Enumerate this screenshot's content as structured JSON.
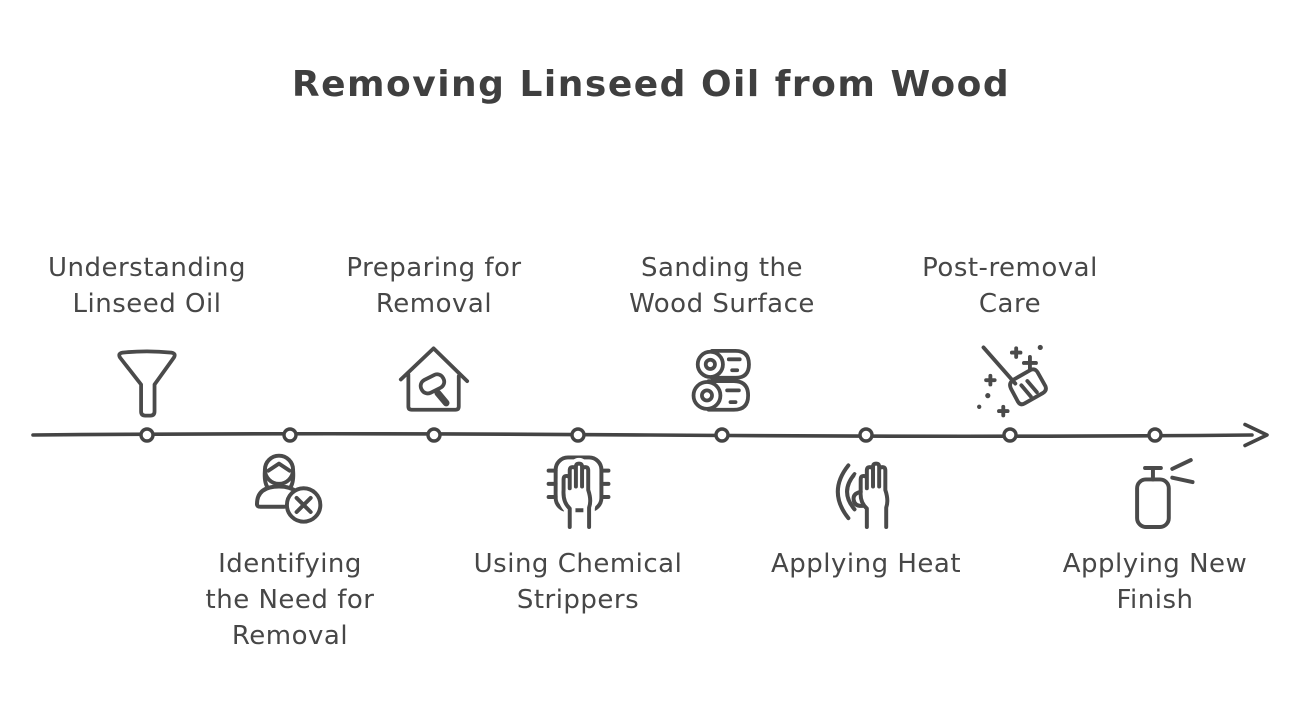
{
  "title": "Removing Linseed Oil from Wood",
  "colors": {
    "ink": "#474747",
    "title_ink": "#3f3f3f",
    "background": "#ffffff",
    "node_fill": "#ffffff"
  },
  "timeline": {
    "direction": "left-to-right",
    "node_count": 8,
    "arrow_at_end": true
  },
  "steps": [
    {
      "id": 1,
      "position": "above",
      "icon": "funnel-icon",
      "label": "Understanding Linseed Oil",
      "lines": [
        "Understanding",
        "Linseed Oil"
      ]
    },
    {
      "id": 2,
      "position": "below",
      "icon": "user-x-icon",
      "label": "Identifying the Need for Removal",
      "lines": [
        "Identifying",
        "the Need for",
        "Removal"
      ]
    },
    {
      "id": 3,
      "position": "above",
      "icon": "house-hammer-icon",
      "label": "Preparing for Removal",
      "lines": [
        "Preparing for",
        "Removal"
      ]
    },
    {
      "id": 4,
      "position": "below",
      "icon": "hand-scrub-pad-icon",
      "label": "Using Chemical Strippers",
      "lines": [
        "Using Chemical",
        "Strippers"
      ]
    },
    {
      "id": 5,
      "position": "above",
      "icon": "wood-logs-icon",
      "label": "Sanding the Wood Surface",
      "lines": [
        "Sanding the",
        "Wood Surface"
      ]
    },
    {
      "id": 6,
      "position": "below",
      "icon": "hand-heat-icon",
      "label": "Applying Heat",
      "lines": [
        "Applying Heat"
      ]
    },
    {
      "id": 7,
      "position": "above",
      "icon": "broom-sparkles-icon",
      "label": "Post-removal Care",
      "lines": [
        "Post-removal",
        "Care"
      ]
    },
    {
      "id": 8,
      "position": "below",
      "icon": "spray-can-icon",
      "label": "Applying New Finish",
      "lines": [
        "Applying New",
        "Finish"
      ]
    }
  ]
}
